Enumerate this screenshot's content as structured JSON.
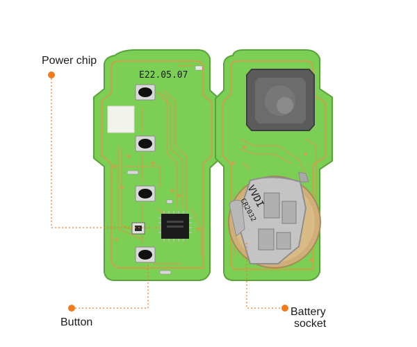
{
  "colors": {
    "accent": "#f07a1c",
    "pcb": "#7ccf55",
    "pcb_edge": "#5aa23a",
    "trace": "#c9a24a",
    "chip": "#1b1b1b",
    "metal": "#bdbdbd"
  },
  "callouts": {
    "power_chip": "Power chip",
    "button": "Button",
    "battery_line1": "Battery",
    "battery_line2": "socket"
  },
  "board": {
    "date_code": "E22.05.07",
    "socket_text": "VVDI",
    "socket_code": "CR2032"
  }
}
